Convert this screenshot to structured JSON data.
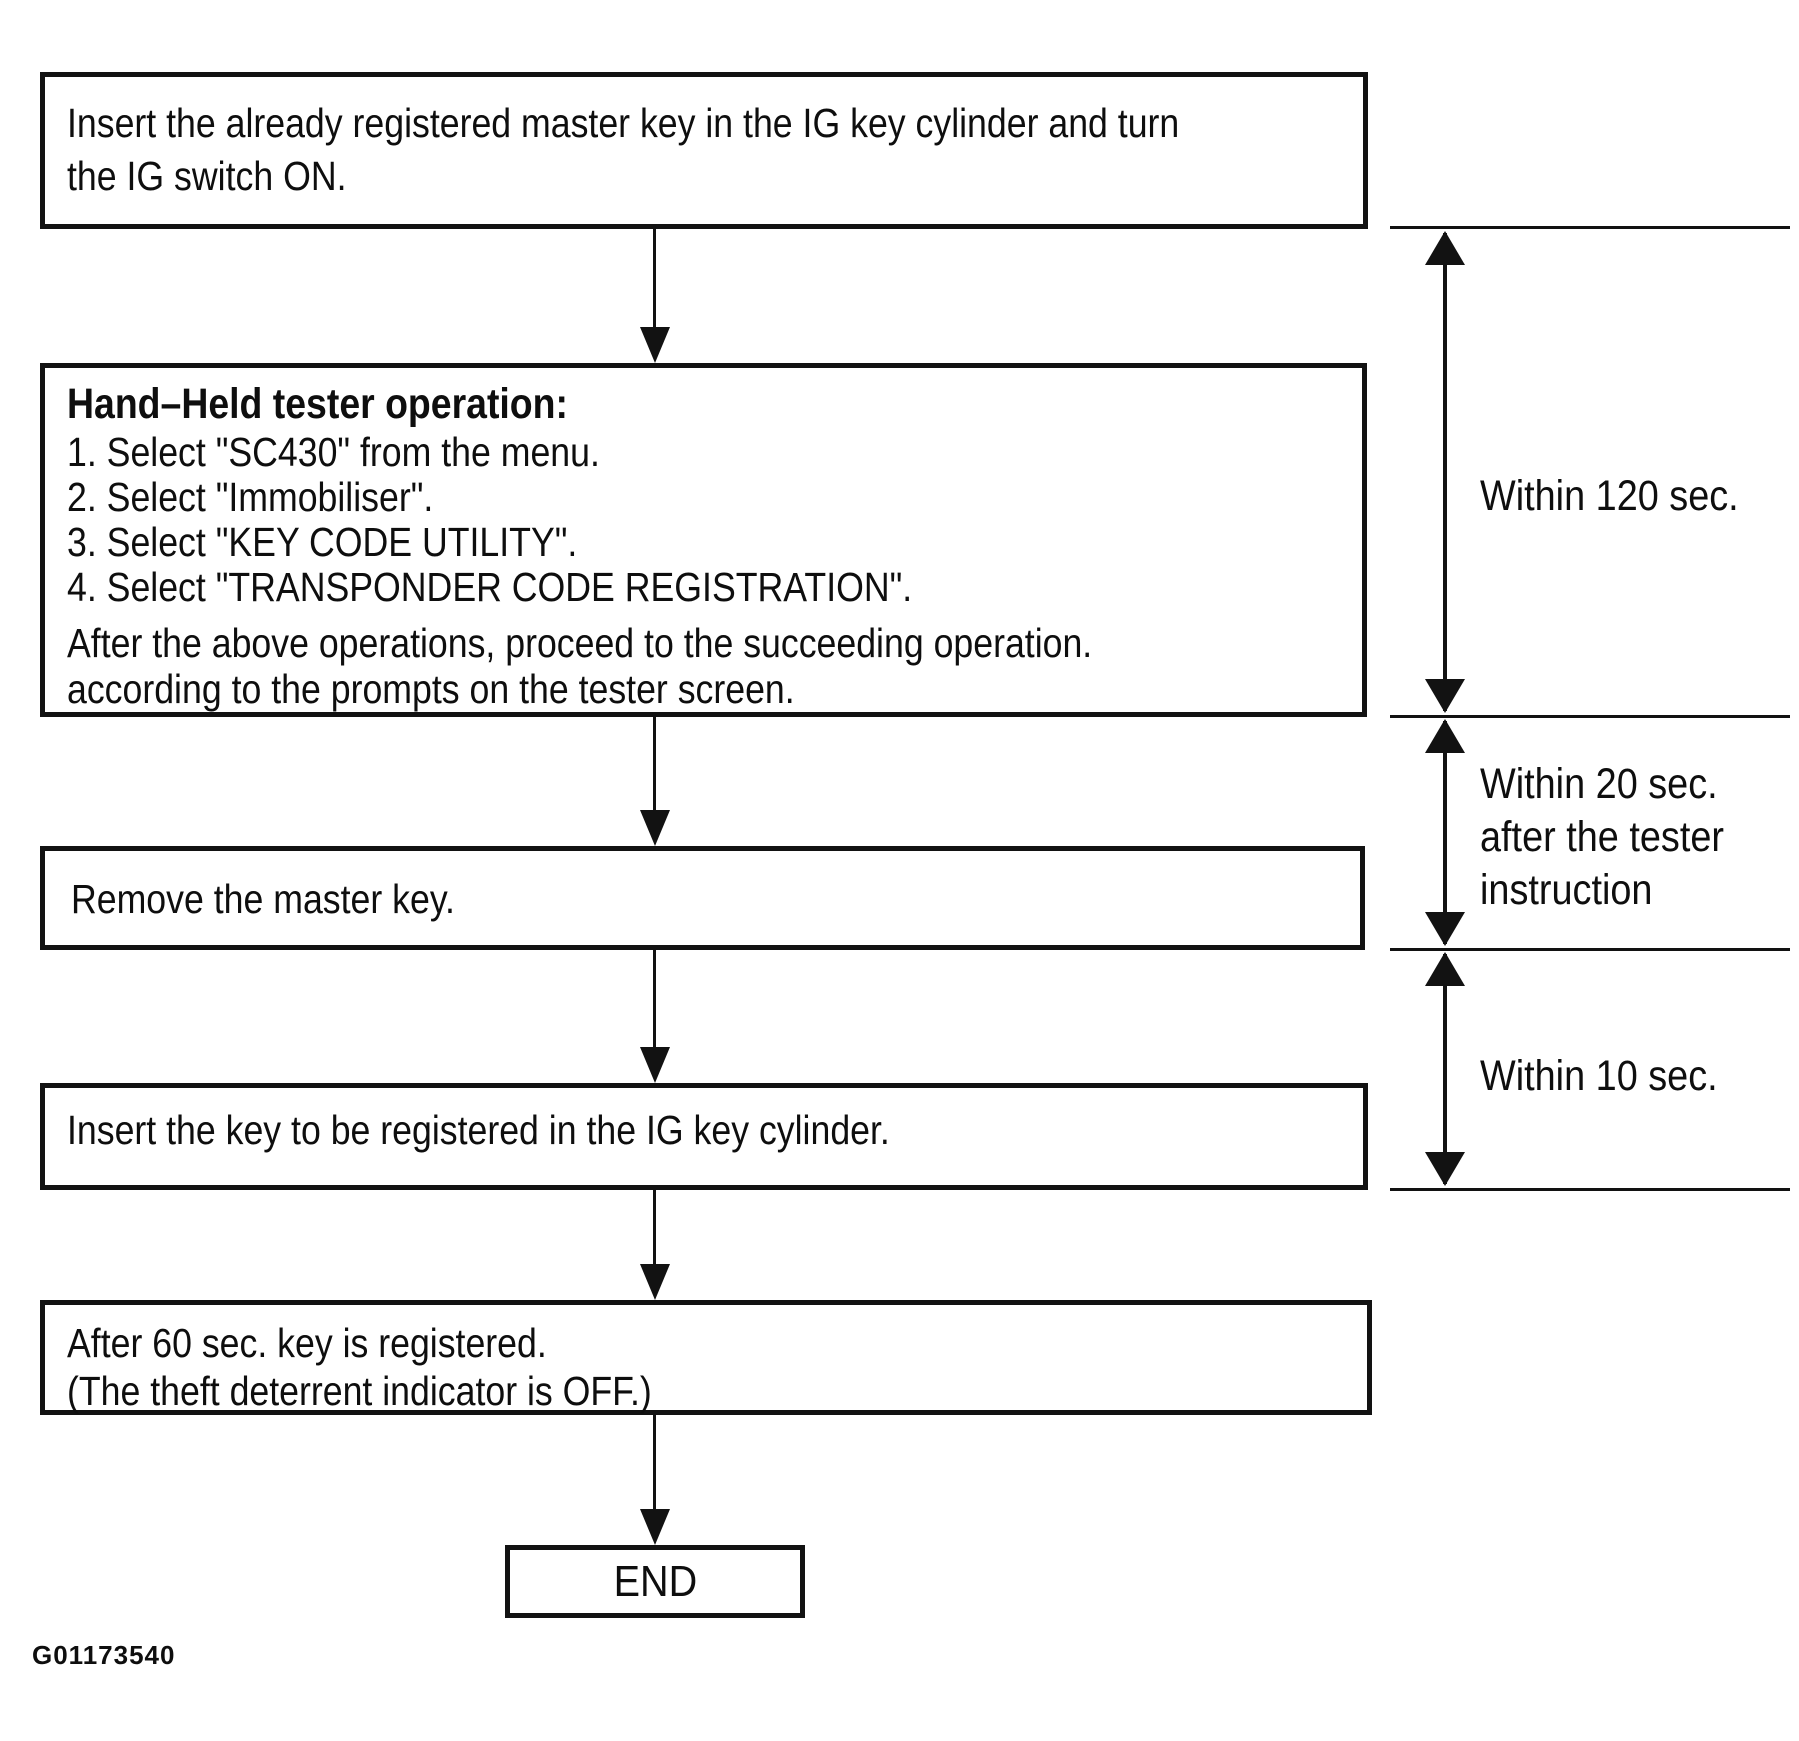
{
  "flowchart": {
    "steps": [
      {
        "lines": [
          "Insert the already registered master key in the IG key cylinder and turn",
          "the IG switch ON."
        ]
      },
      {
        "heading": "Hand–Held tester operation:",
        "items": [
          "1. Select \"SC430\" from the menu.",
          "2. Select \"Immobiliser\".",
          "3. Select \"KEY CODE UTILITY\".",
          "4. Select \"TRANSPONDER CODE REGISTRATION\"."
        ],
        "footer_lines": [
          "After the above operations, proceed to the succeeding operation.",
          "according to the prompts on the tester screen."
        ]
      },
      {
        "lines": [
          "Remove the master key."
        ]
      },
      {
        "lines": [
          "Insert the key to be registered in the IG key cylinder."
        ]
      },
      {
        "lines": [
          "After 60 sec. key is registered.",
          "(The theft deterrent indicator is OFF.)"
        ]
      }
    ],
    "end_label": "END",
    "timings": [
      {
        "lines": [
          "Within 120 sec."
        ]
      },
      {
        "lines": [
          "Within 20 sec.",
          "after the tester",
          "instruction"
        ]
      },
      {
        "lines": [
          "Within 10 sec."
        ]
      }
    ],
    "figure_code": "G01173540",
    "colors": {
      "ink": "#121212",
      "background": "#ffffff"
    }
  }
}
